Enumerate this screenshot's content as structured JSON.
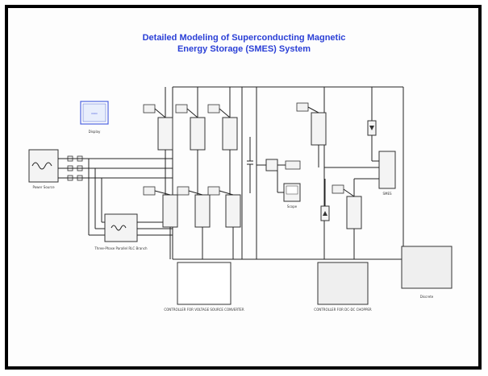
{
  "title": {
    "line1": "Detailed Modeling of Superconducting Magnetic",
    "line2": "Energy Storage (SMES) System"
  },
  "blocks": {
    "display": "Display",
    "source": "Power Source",
    "transformer": "Three-Phase Parallel RLC Branch",
    "vsc_controller": "CONTROLLER FOR VOLTAGE SOURCE CONVERTER",
    "chopper_controller": "CONTROLLER FOR DC-DC CHOPPER",
    "scope": "Scope",
    "smes": "SMES",
    "powergui": "Discrete"
  },
  "colors": {
    "title": "#2a3fd6",
    "frame": "#000000",
    "wire": "#222222"
  }
}
